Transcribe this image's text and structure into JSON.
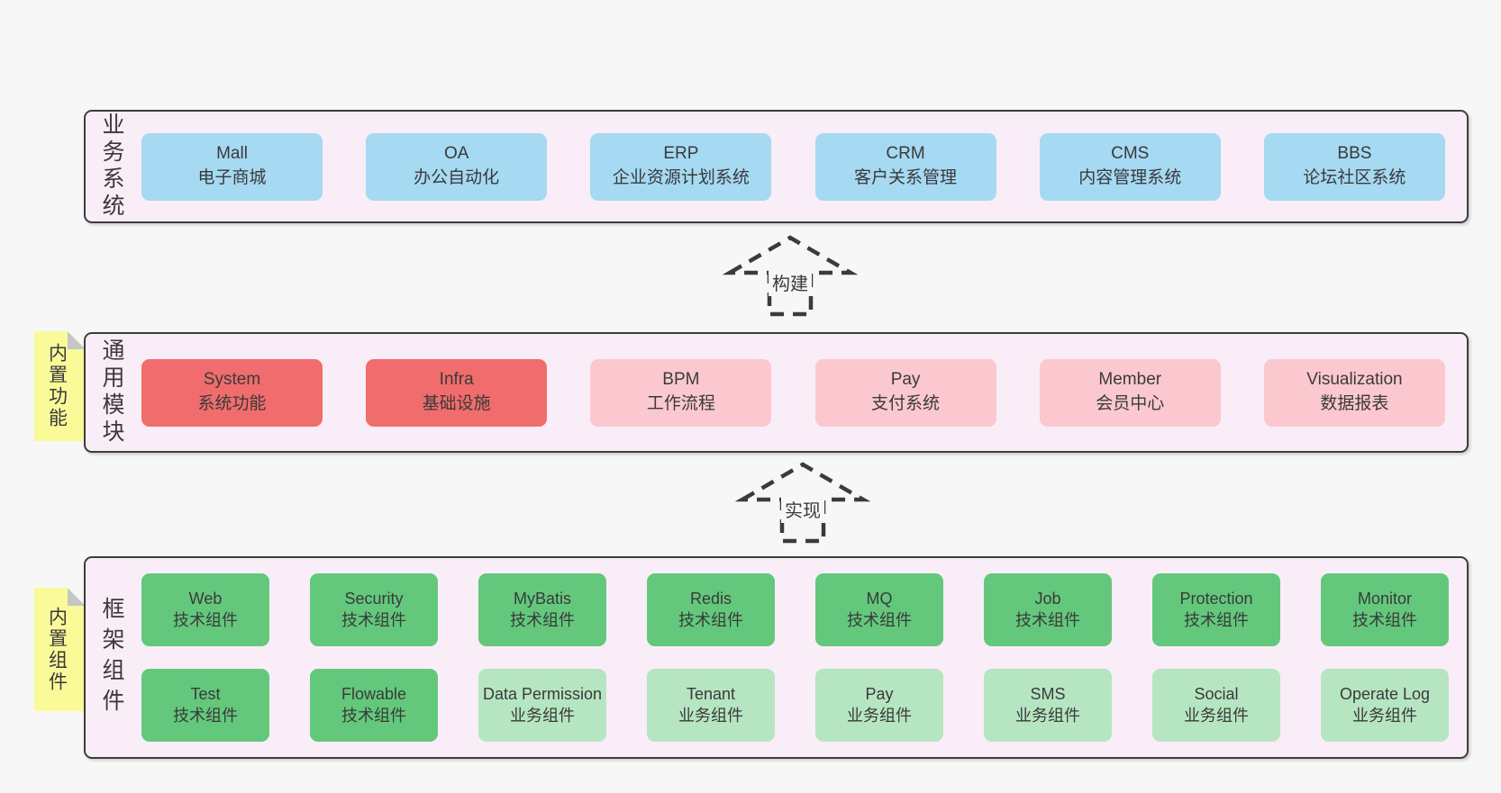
{
  "colors": {
    "bg": "#f7f7f7",
    "band": "#f9edf7",
    "border": "#3d3d3d",
    "text": "#3a3a3a",
    "blue": "#a6d9f2",
    "red": "#f16c6c",
    "pink": "#fbc8cf",
    "green": "#63c87c",
    "green_light": "#b6e5c2",
    "yellow": "#fafa99",
    "fold": "#c6c6c6",
    "arrow": "#3b3b3b"
  },
  "bands": [
    {
      "label": "业务系统",
      "boxes": [
        {
          "title": "Mall",
          "subtitle": "电子商城"
        },
        {
          "title": "OA",
          "subtitle": "办公自动化"
        },
        {
          "title": "ERP",
          "subtitle": "企业资源计划系统"
        },
        {
          "title": "CRM",
          "subtitle": "客户关系管理"
        },
        {
          "title": "CMS",
          "subtitle": "内容管理系统"
        },
        {
          "title": "BBS",
          "subtitle": "论坛社区系统"
        }
      ]
    },
    {
      "label": "通用模块",
      "tab": "内置功能",
      "boxes": [
        {
          "title": "System",
          "subtitle": "系统功能"
        },
        {
          "title": "Infra",
          "subtitle": "基础设施"
        },
        {
          "title": "BPM",
          "subtitle": "工作流程"
        },
        {
          "title": "Pay",
          "subtitle": "支付系统"
        },
        {
          "title": "Member",
          "subtitle": "会员中心"
        },
        {
          "title": "Visualization",
          "subtitle": "数据报表"
        }
      ]
    },
    {
      "label": "框架组件",
      "tab": "内置组件",
      "rows": [
        [
          {
            "title": "Web",
            "subtitle": "技术组件"
          },
          {
            "title": "Security",
            "subtitle": "技术组件"
          },
          {
            "title": "MyBatis",
            "subtitle": "技术组件"
          },
          {
            "title": "Redis",
            "subtitle": "技术组件"
          },
          {
            "title": "MQ",
            "subtitle": "技术组件"
          },
          {
            "title": "Job",
            "subtitle": "技术组件"
          },
          {
            "title": "Protection",
            "subtitle": "技术组件"
          },
          {
            "title": "Monitor",
            "subtitle": "技术组件"
          }
        ],
        [
          {
            "title": "Test",
            "subtitle": "技术组件"
          },
          {
            "title": "Flowable",
            "subtitle": "技术组件"
          },
          {
            "title": "Data Permission",
            "subtitle": "业务组件"
          },
          {
            "title": "Tenant",
            "subtitle": "业务组件"
          },
          {
            "title": "Pay",
            "subtitle": "业务组件"
          },
          {
            "title": "SMS",
            "subtitle": "业务组件"
          },
          {
            "title": "Social",
            "subtitle": "业务组件"
          },
          {
            "title": "Operate Log",
            "subtitle": "业务组件"
          }
        ]
      ]
    }
  ],
  "arrows": [
    {
      "label": "构建"
    },
    {
      "label": "实现"
    }
  ]
}
